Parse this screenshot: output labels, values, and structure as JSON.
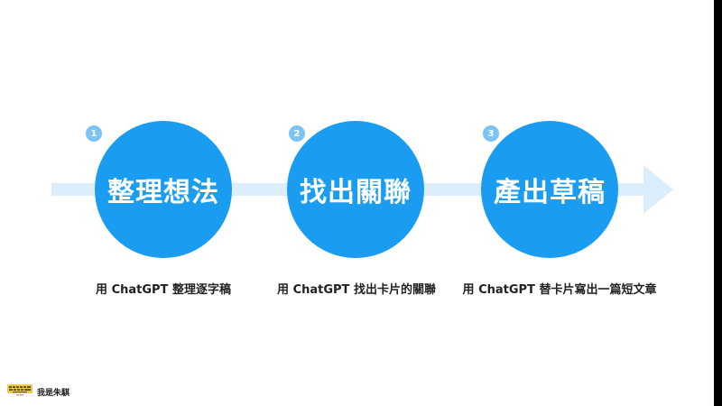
{
  "steps": [
    {
      "number": "1",
      "title": "整理想法",
      "description": "用 ChatGPT 整理逐字稿"
    },
    {
      "number": "2",
      "title": "找出關聯",
      "description": "用 ChatGPT 找出卡片的關聯"
    },
    {
      "number": "3",
      "title": "產出草稿",
      "description": "用 ChatGPT  替卡片寫出一篇短文章"
    }
  ],
  "footer": {
    "author": "我是朱騏"
  },
  "colors": {
    "circle": "#1a9cf0",
    "badge": "#7cc3f6",
    "arrow": "#dcedfb",
    "text": "#222222",
    "logo": "#e9c94a"
  },
  "icons": {
    "logo": "keyboard-logo-icon"
  }
}
